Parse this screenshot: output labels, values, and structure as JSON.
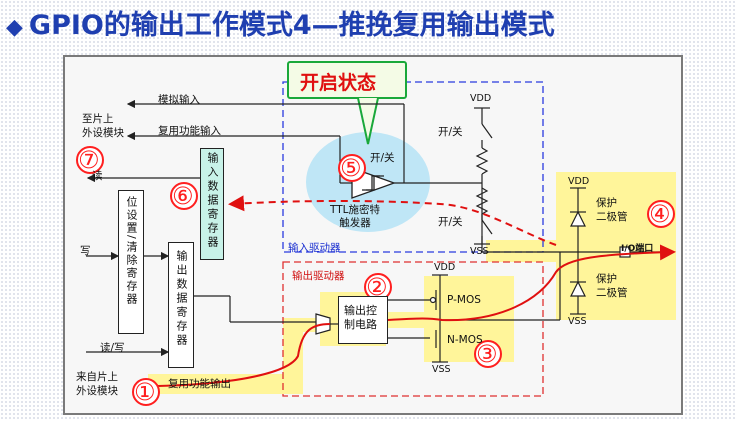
{
  "title": "GPIO的输出工作模式4—推挽复用输出模式",
  "callout": "开启状态",
  "labels": {
    "to_onchip_peripheral": "至片上\n外设模块",
    "analog_input": "模拟输入",
    "af_input": "复用功能输入",
    "read": "读",
    "write": "写",
    "read_write": "读/写",
    "from_onchip_peripheral": "来自片上\n外设模块",
    "af_output": "复用功能输出",
    "input_data_register": "输入数据寄存器",
    "bit_set_clear_register": "位设置/清除寄存器",
    "output_data_register": "输出数据寄存器",
    "on_off_ttl": "开/关",
    "ttl_schmitt": "TTL施密特\n触发器",
    "on_off_pullup": "开/关",
    "on_off_pulldown": "开/关",
    "input_driver": "输入驱动器",
    "output_driver": "输出驱动器",
    "output_control_circuit": "输出控\n制电路",
    "pmos": "P-MOS",
    "nmos": "N-MOS",
    "protect_diode_top": "保护\n二极管",
    "protect_diode_bottom": "保护\n二极管",
    "io_pin": "I/O端口",
    "vdd": "VDD",
    "vss": "VSS"
  },
  "steps": [
    "①",
    "②",
    "③",
    "④",
    "⑤",
    "⑥",
    "⑦"
  ],
  "colors": {
    "title": "#1f3fb0",
    "highlight": "#fff59a",
    "signal_path": "#e01010",
    "input_region": "#2a3be0",
    "output_region": "#e03030",
    "callout_border": "#1aa83a",
    "trigger_circle": "#bfe6f6",
    "input_register": "#c8f2e8"
  }
}
